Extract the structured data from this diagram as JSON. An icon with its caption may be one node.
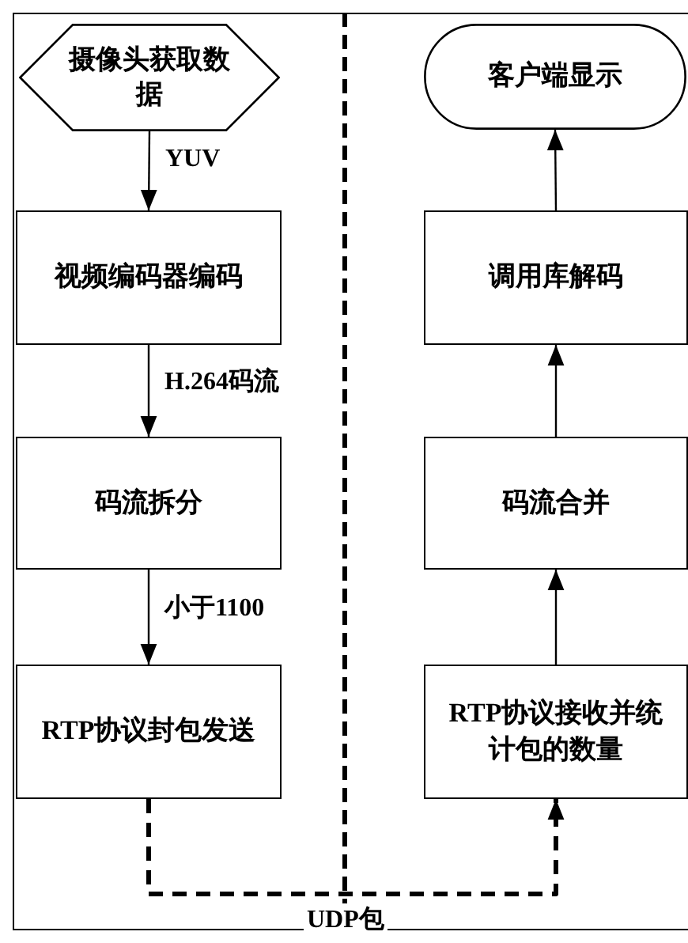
{
  "diagram": {
    "nodes": [
      {
        "text": [
          "摄像头获取数据"
        ]
      },
      {
        "text": [
          "视频编码器编码"
        ]
      },
      {
        "text": [
          "码流拆分"
        ]
      },
      {
        "text": [
          "RTP协议封包发送"
        ]
      },
      {
        "text": [
          "RTP协议接收并统计包的数量"
        ]
      },
      {
        "text": [
          "码流合并"
        ]
      },
      {
        "text": [
          "调用库解码"
        ]
      },
      {
        "text": [
          "客户端显示"
        ]
      }
    ],
    "edges": [
      {
        "from": 0,
        "to": 1,
        "arrow": "to",
        "label": "YUV"
      },
      {
        "from": 1,
        "to": 2,
        "arrow": "to",
        "label": "H.264码流"
      },
      {
        "from": 2,
        "to": 3,
        "arrow": "to",
        "label": "小于1100"
      },
      {
        "from": 3,
        "to": 4,
        "arrow": "to",
        "label": "UDP包",
        "style": "dashed"
      },
      {
        "from": 4,
        "to": 5,
        "arrow": "to"
      },
      {
        "from": 5,
        "to": 6,
        "arrow": "to"
      },
      {
        "from": 6,
        "to": 7,
        "arrow": "to"
      }
    ]
  }
}
